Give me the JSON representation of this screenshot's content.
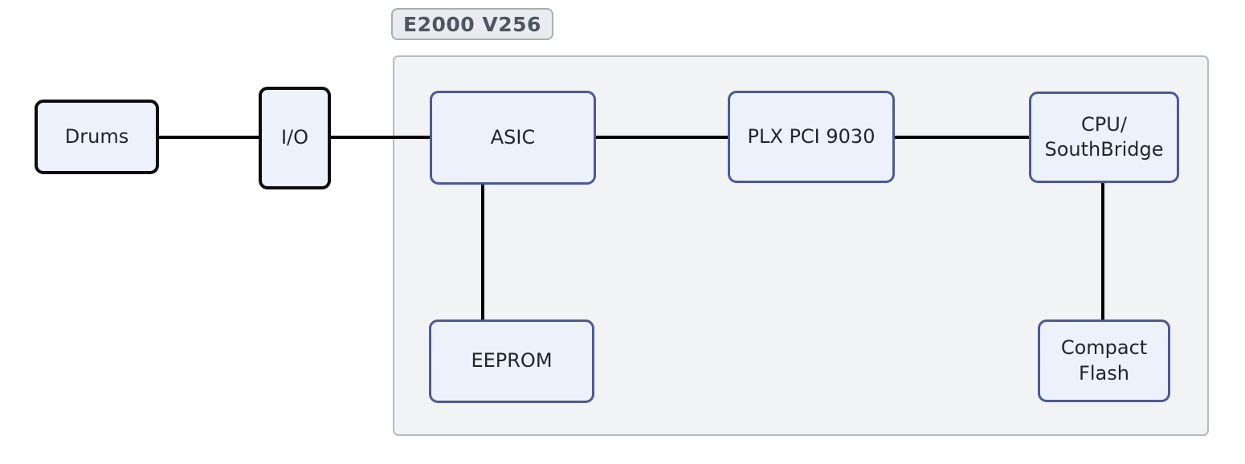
{
  "diagram": {
    "group": {
      "label": "E2000 V256"
    },
    "nodes": {
      "drums": {
        "label": "Drums"
      },
      "io": {
        "label": "I/O"
      },
      "asic": {
        "label": "ASIC"
      },
      "plx_pci_9030": {
        "label": "PLX PCI 9030"
      },
      "cpu_southbridge": {
        "label": "CPU/\nSouthBridge"
      },
      "eeprom": {
        "label": "EEPROM"
      },
      "compact_flash": {
        "label": "Compact\nFlash"
      }
    },
    "edges": [
      {
        "from": "Drums",
        "to": "I/O"
      },
      {
        "from": "I/O",
        "to": "ASIC"
      },
      {
        "from": "ASIC",
        "to": "PLX PCI 9030"
      },
      {
        "from": "PLX PCI 9030",
        "to": "CPU/SouthBridge"
      },
      {
        "from": "ASIC",
        "to": "EEPROM"
      },
      {
        "from": "CPU/SouthBridge",
        "to": "Compact Flash"
      }
    ]
  },
  "colors": {
    "node_fill": "#edf1fb",
    "node_border_blue": "#4a5a9c",
    "node_border_black": "#0d0d0d",
    "node_text": "#21262e",
    "group_fill": "#f2f3f5",
    "group_border": "#b6bac1",
    "label_fill": "#e9ebee",
    "label_border": "#a9aeb6",
    "label_text": "#4c5560",
    "edge_color": "#000000",
    "canvas_bg": "#ffffff"
  }
}
